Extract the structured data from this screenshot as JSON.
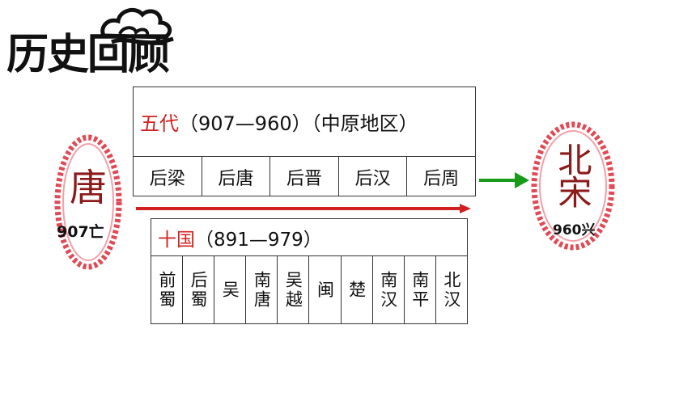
{
  "title": "历史回顾",
  "tang": {
    "name": "唐",
    "year": "907亡"
  },
  "song": {
    "name": "北宋",
    "year": "960兴"
  },
  "five_dynasties": {
    "label": "五代",
    "rest": "（907—960）（中原地区）",
    "dynasties": [
      "后梁",
      "后唐",
      "后晋",
      "后汉",
      "后周"
    ],
    "highlight_index": 4
  },
  "ten_kingdoms": {
    "label": "十国",
    "rest": "（891—979）",
    "kingdoms": [
      "前蜀",
      "后蜀",
      "吴",
      "南唐",
      "吴越",
      "闽",
      "楚",
      "南汉",
      "南平",
      "北汉"
    ]
  },
  "colors": {
    "accent_red": "#d22020",
    "arrow_green": "#1a9a1a",
    "oval_border": "#e04a55",
    "dark_red_text": "#8b1a1a"
  }
}
